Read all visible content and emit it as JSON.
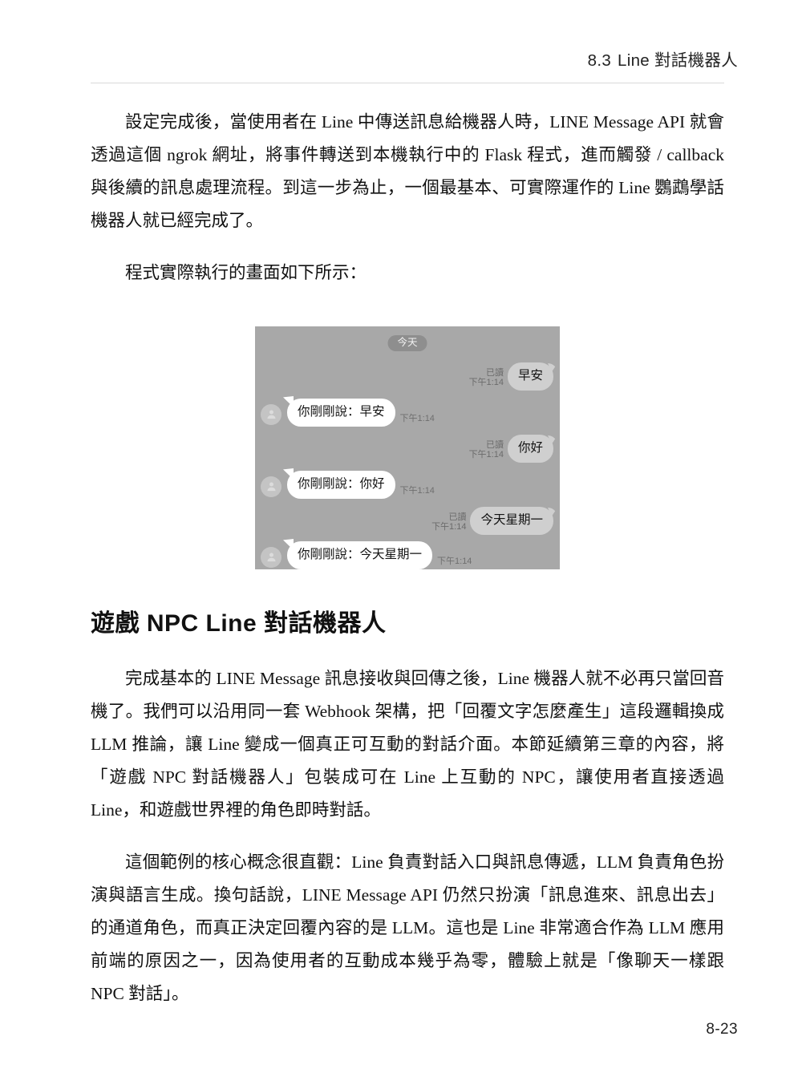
{
  "header": {
    "section_number": "8.3",
    "section_title": "Line 對話機器人"
  },
  "body": {
    "paragraph_1": "設定完成後，當使用者在 Line 中傳送訊息給機器人時，LINE Message API 就會透過這個 ngrok 網址，將事件轉送到本機執行中的 Flask 程式，進而觸發 / callback 與後續的訊息處理流程。到這一步為止，一個最基本、可實際運作的 Line 鸚鵡學話機器人就已經完成了。",
    "paragraph_2": "程式實際執行的畫面如下所示：",
    "section_heading": "遊戲 NPC Line 對話機器人",
    "paragraph_3": "完成基本的 LINE Message 訊息接收與回傳之後，Line 機器人就不必再只當回音機了。我們可以沿用同一套 Webhook 架構，把「回覆文字怎麼產生」這段邏輯換成 LLM 推論，讓 Line 變成一個真正可互動的對話介面。本節延續第三章的內容，將「遊戲 NPC 對話機器人」包裝成可在 Line 上互動的 NPC，讓使用者直接透過 Line，和遊戲世界裡的角色即時對話。",
    "paragraph_4": "這個範例的核心概念很直觀：Line 負責對話入口與訊息傳遞，LLM 負責角色扮演與語言生成。換句話說，LINE Message API 仍然只扮演「訊息進來、訊息出去」的通道角色，而真正決定回覆內容的是 LLM。這也是 Line 非常適合作為 LLM 應用前端的原因之一，因為使用者的互動成本幾乎為零，體驗上就是「像聊天一樣跟 NPC 對話」。"
  },
  "figure": {
    "day_divider": "今天",
    "messages": [
      {
        "direction": "outgoing",
        "text": "早安",
        "read_label": "已讀",
        "time": "下午1:14"
      },
      {
        "direction": "incoming",
        "text": "你剛剛說：早安",
        "time": "下午1:14"
      },
      {
        "direction": "outgoing",
        "text": "你好",
        "read_label": "已讀",
        "time": "下午1:14"
      },
      {
        "direction": "incoming",
        "text": "你剛剛說：你好",
        "time": "下午1:14"
      },
      {
        "direction": "outgoing",
        "text": "今天星期一",
        "read_label": "已讀",
        "time": "下午1:14"
      },
      {
        "direction": "incoming",
        "text": "你剛剛說：今天星期一",
        "time": "下午1:14"
      }
    ],
    "colors": {
      "chat_background": "#a8a8a8",
      "outgoing_bubble": "#cfcfcf",
      "incoming_bubble": "#ffffff",
      "day_chip": "#8e8e8e",
      "meta_text": "#6b6b6b"
    }
  },
  "footer": {
    "page_number": "8-23"
  }
}
